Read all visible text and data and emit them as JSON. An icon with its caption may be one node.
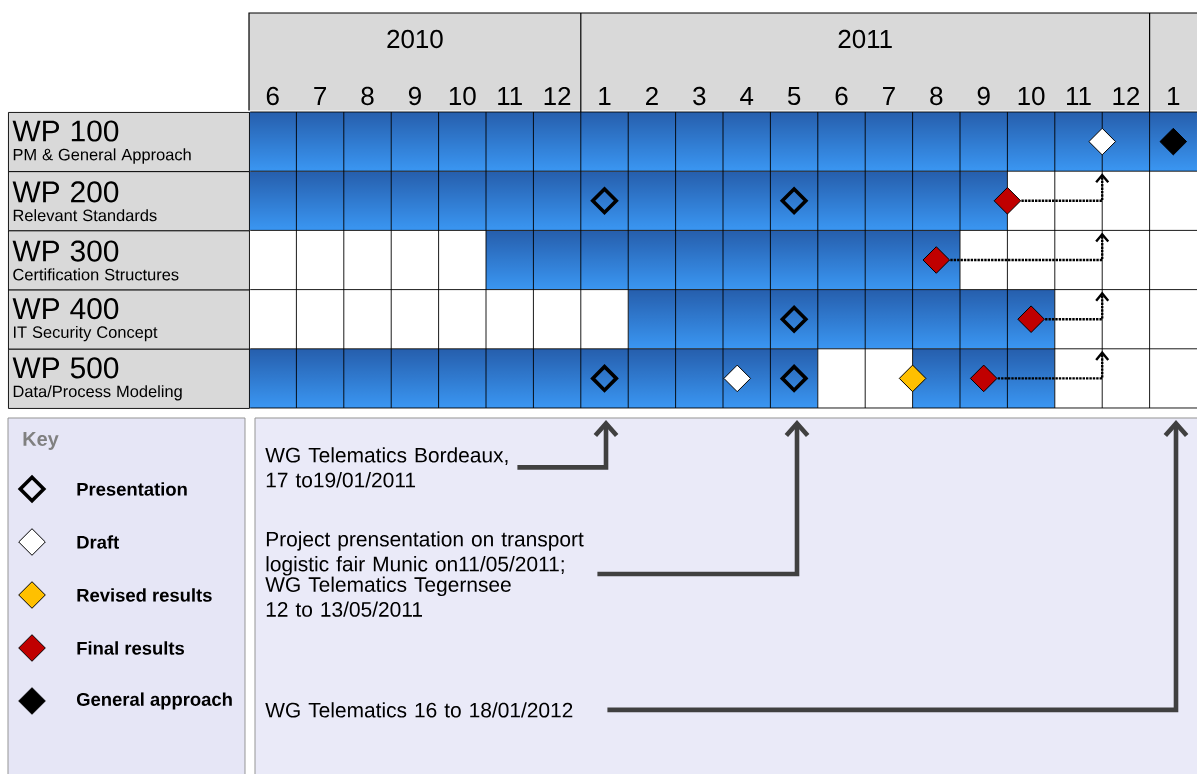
{
  "diagram": {
    "nodes": [
      {
        "text": [
          "WP 100",
          "PM & General Approach"
        ]
      },
      {
        "text": [
          "WP 200",
          "Relevant Standards"
        ]
      },
      {
        "text": [
          "WP 300",
          "Certification Structures"
        ]
      },
      {
        "text": [
          "WP 400",
          "IT Security Concept"
        ]
      },
      {
        "text": [
          "WP 500",
          "Data/Process Modeling"
        ]
      },
      {
        "text": [],
        "shape": "diamond"
      },
      {
        "text": [],
        "shape": "diamond"
      },
      {
        "text": [],
        "shape": "diamond"
      },
      {
        "text": [],
        "shape": "diamond"
      },
      {
        "text": [],
        "shape": "diamond"
      },
      {
        "text": [],
        "shape": "diamond"
      },
      {
        "text": [],
        "shape": "diamond"
      },
      {
        "text": [],
        "shape": "diamond"
      },
      {
        "text": [],
        "shape": "diamond"
      },
      {
        "text": [],
        "shape": "diamond"
      },
      {
        "text": [],
        "shape": "diamond"
      },
      {
        "text": [],
        "shape": "diamond"
      },
      {
        "text": [],
        "shape": "diamond"
      },
      {
        "text": [
          "WG Telematics Bordeaux, 17 to19/01/2011"
        ]
      },
      {
        "text": [
          "Project prensentation on transport logistic  fair Munic on11/05/2011;",
          "WG Telematics  Tegernsee 12 to 13/05/2011"
        ]
      },
      {
        "text": [
          "WG Telematics 16  to 18/01/2012"
        ]
      }
    ],
    "edges": [
      {
        "from": 9,
        "to": null,
        "arrow": "to",
        "style": "dashed"
      },
      {
        "from": 10,
        "to": null,
        "arrow": "to",
        "style": "dashed"
      },
      {
        "from": 12,
        "to": null,
        "arrow": "to",
        "style": "dashed"
      },
      {
        "from": 17,
        "to": null,
        "arrow": "to",
        "style": "dashed"
      },
      {
        "from": 18,
        "to": null,
        "arrow": "to",
        "style": "thick",
        "color": "#404040"
      },
      {
        "from": 19,
        "to": null,
        "arrow": "to",
        "style": "thick",
        "color": "#404040"
      },
      {
        "from": 20,
        "to": null,
        "arrow": "to",
        "style": "thick",
        "color": "#404040"
      }
    ],
    "labels": [
      "2010",
      "2011",
      "6",
      "7",
      "8",
      "9",
      "10",
      "11",
      "12",
      "1",
      "2",
      "3",
      "4",
      "5",
      "6",
      "7",
      "8",
      "9",
      "10",
      "11",
      "12",
      "1",
      "Key"
    ],
    "legend": [
      {
        "text": "Presentation"
      },
      {
        "text": "Draft",
        "color": "#ffffff"
      },
      {
        "text": "Revised results",
        "color": "#ffc000"
      },
      {
        "text": "Final results",
        "color": "#c00000"
      },
      {
        "text": "General approach",
        "color": "#000000"
      }
    ]
  }
}
